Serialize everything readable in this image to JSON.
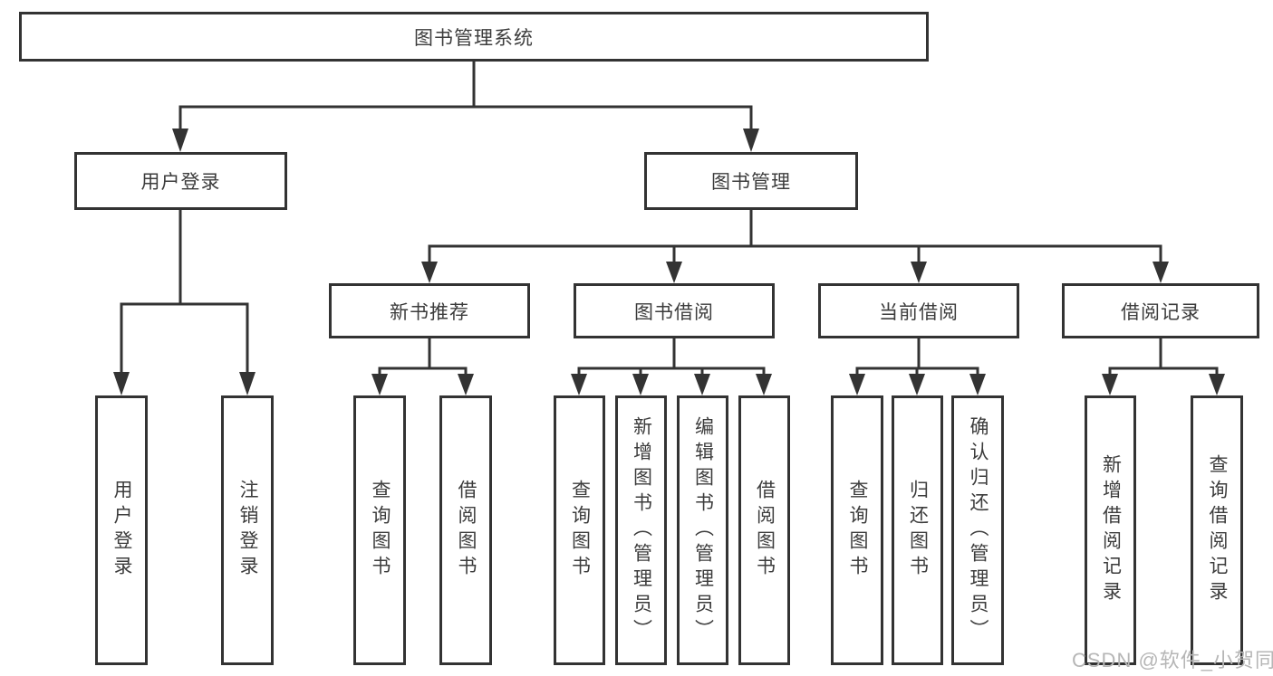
{
  "tree": {
    "root": {
      "label": "图书管理系统",
      "children": [
        {
          "label": "用户登录",
          "children": [
            {
              "label": "用户登录"
            },
            {
              "label": "注销登录"
            }
          ]
        },
        {
          "label": "图书管理",
          "children": [
            {
              "label": "新书推荐",
              "children": [
                {
                  "label": "查询图书"
                },
                {
                  "label": "借阅图书"
                }
              ]
            },
            {
              "label": "图书借阅",
              "children": [
                {
                  "label": "查询图书"
                },
                {
                  "label": "新增图书（管理员）"
                },
                {
                  "label": "编辑图书（管理员）"
                },
                {
                  "label": "借阅图书"
                }
              ]
            },
            {
              "label": "当前借阅",
              "children": [
                {
                  "label": "查询图书"
                },
                {
                  "label": "归还图书"
                },
                {
                  "label": "确认归还（管理员）"
                }
              ]
            },
            {
              "label": "借阅记录",
              "children": [
                {
                  "label": "新增借阅记录"
                },
                {
                  "label": "查询借阅记录"
                }
              ]
            }
          ]
        }
      ]
    }
  },
  "watermark": "CSDN @软件_小贺同学",
  "colors": {
    "line": "#333333",
    "box_border": "#333333",
    "text": "#3c3c3c",
    "watermark": "#b6b6b6",
    "background": "#ffffff"
  }
}
